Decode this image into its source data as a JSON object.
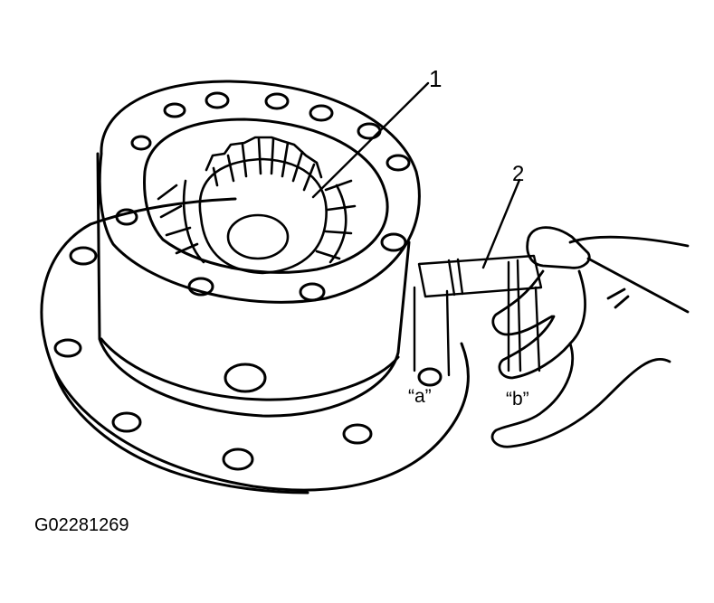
{
  "labels": {
    "callout_1": "1",
    "callout_2": "2",
    "dim_a": "“a”",
    "dim_b": "“b”"
  },
  "figure_id": "G02281269",
  "colors": {
    "ink": "#000000",
    "paper": "#ffffff"
  }
}
